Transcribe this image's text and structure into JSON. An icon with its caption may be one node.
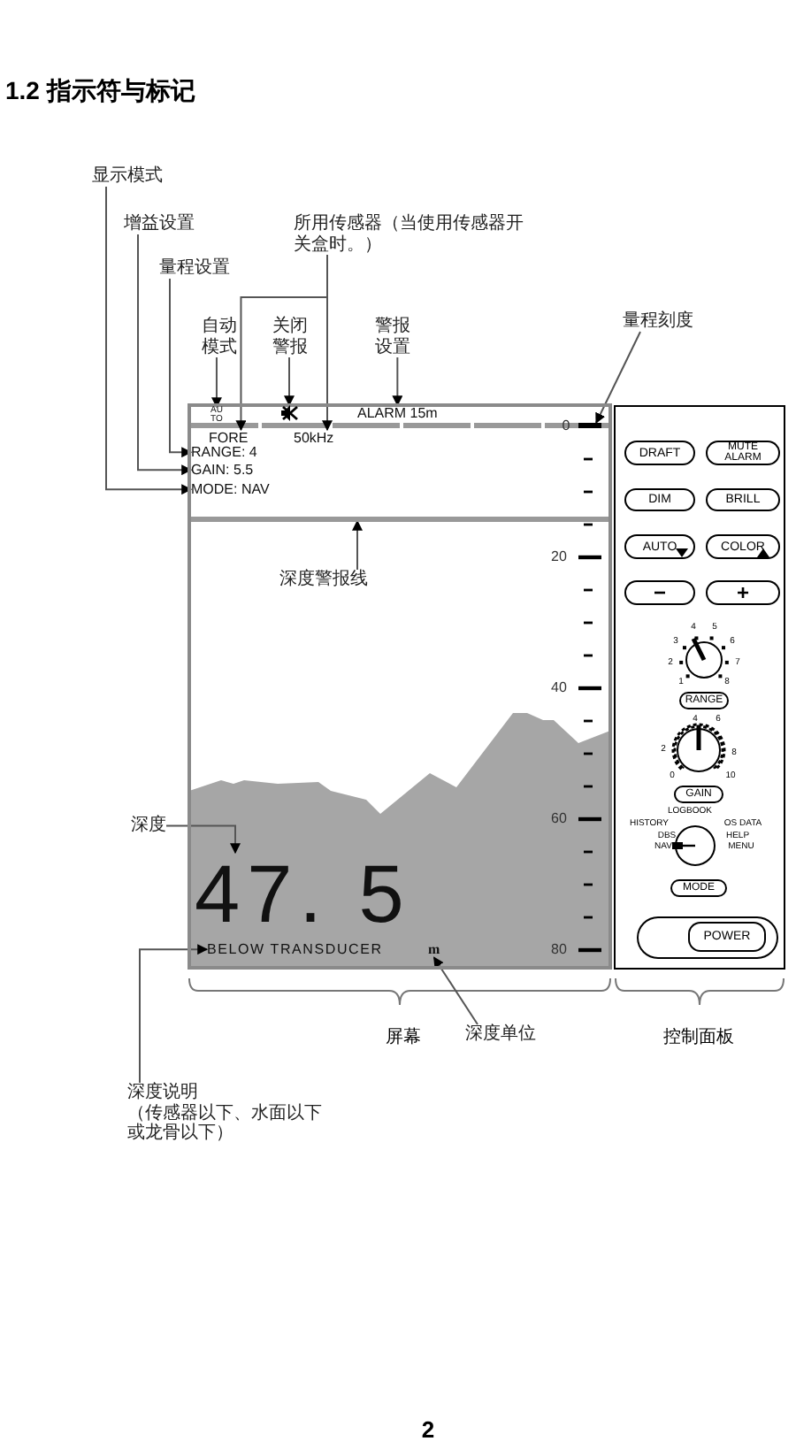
{
  "diagram": {
    "title": "1.2 指示符与标记",
    "nodes": [
      {
        "text": [
          "显示模式"
        ]
      },
      {
        "text": [
          "增益设置"
        ]
      },
      {
        "text": [
          "所用传感器（当使用传感器开关盒时。）"
        ]
      },
      {
        "text": [
          "量程设置"
        ]
      },
      {
        "text": [
          "自动模式"
        ]
      },
      {
        "text": [
          "关闭警报"
        ]
      },
      {
        "text": [
          "警报设置"
        ]
      },
      {
        "text": [
          "量程刻度"
        ]
      },
      {
        "text": [],
        "shape": "box"
      },
      {
        "text": [
          "AU TO"
        ],
        "in": 8
      },
      {
        "text": [],
        "shape": "icon",
        "in": 8
      },
      {
        "text": [
          "ALARM 15m"
        ],
        "in": 8
      },
      {
        "text": [],
        "shape": "bar",
        "in": 8
      },
      {
        "text": [
          "FORE"
        ],
        "in": 8
      },
      {
        "text": [
          "50kHz"
        ],
        "in": 8
      },
      {
        "text": [
          "RANGE: 4"
        ],
        "in": 8
      },
      {
        "text": [
          "GAIN: 5.5"
        ],
        "in": 8
      },
      {
        "text": [
          "MODE: NAV"
        ],
        "in": 8
      },
      {
        "text": [],
        "shape": "bar",
        "in": 8
      },
      {
        "text": [
          "深度警报线"
        ],
        "in": 8
      },
      {
        "text": [
          "深度"
        ]
      },
      {
        "text": [
          "47. 5"
        ],
        "in": 8
      },
      {
        "text": [
          "BELOW TRANSDUCER"
        ],
        "in": 8
      },
      {
        "text": [
          "m"
        ],
        "in": 8
      },
      {
        "text": [],
        "shape": "box"
      },
      {
        "text": [
          "DRAFT"
        ],
        "in": 24
      },
      {
        "text": [
          "MUTE ALARM"
        ],
        "in": 24
      },
      {
        "text": [
          "DIM"
        ],
        "in": 24
      },
      {
        "text": [
          "BRILL"
        ],
        "in": 24
      },
      {
        "text": [
          "AUTO"
        ],
        "in": 24
      },
      {
        "text": [
          "COLOR"
        ],
        "in": 24
      },
      {
        "text": [
          "−"
        ],
        "in": 24
      },
      {
        "text": [
          "+"
        ],
        "in": 24
      },
      {
        "text": [
          "RANGE"
        ],
        "in": 24
      },
      {
        "text": [
          "GAIN"
        ],
        "in": 24
      },
      {
        "text": [
          "MODE"
        ],
        "in": 24
      },
      {
        "text": [],
        "shape": "box",
        "in": 24
      },
      {
        "text": [
          "POWER"
        ],
        "in": 36
      },
      {
        "text": [
          "深度单位"
        ]
      },
      {
        "text": [
          "深度说明",
          "（传感器以下、水面以下或龙骨以下）"
        ]
      }
    ],
    "edges": [
      {
        "from": 0,
        "to": 17,
        "arrow": "to"
      },
      {
        "from": 1,
        "to": 16,
        "arrow": "to"
      },
      {
        "from": 3,
        "to": 15,
        "arrow": "to"
      },
      {
        "from": 2,
        "to": 13,
        "arrow": "to"
      },
      {
        "from": 2,
        "to": 14,
        "arrow": "to"
      },
      {
        "from": 4,
        "to": 9,
        "arrow": "to"
      },
      {
        "from": 5,
        "to": 10,
        "arrow": "to"
      },
      {
        "from": 6,
        "to": 11,
        "arrow": "to"
      },
      {
        "from": 7,
        "to": 12,
        "arrow": "to"
      },
      {
        "from": 19,
        "to": 18,
        "arrow": "to"
      },
      {
        "from": 20,
        "to": 21,
        "arrow": "to"
      },
      {
        "from": 39,
        "to": 22,
        "arrow": "to"
      },
      {
        "from": 38,
        "to": 23,
        "arrow": "to"
      }
    ],
    "labels": [
      "0",
      "20",
      "40",
      "60",
      "80",
      "4",
      "5",
      "3",
      "6",
      "2",
      "7",
      "1",
      "8",
      "4",
      "6",
      "2",
      "8",
      "0",
      "10",
      "LOGBOOK",
      "HISTORY",
      "OS DATA",
      "DBS",
      "HELP",
      "NAV",
      "MENU",
      "屏幕",
      "控制面板",
      "2"
    ]
  }
}
